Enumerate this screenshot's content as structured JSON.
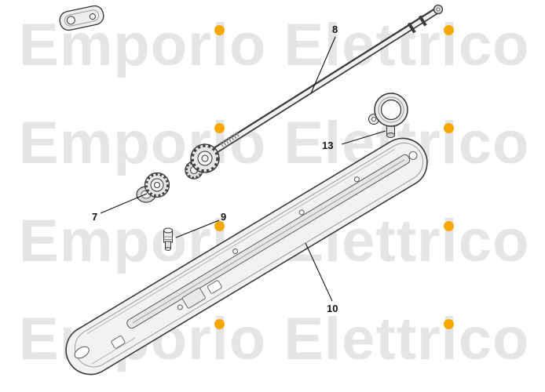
{
  "watermark": {
    "full_text": "Emporio Elettrico",
    "segments": [
      "Empor",
      "i",
      "o Elettr",
      "i",
      "co"
    ],
    "row_count": 4,
    "text_color": "#e5e5e5",
    "dot_color": "#f5a800"
  },
  "part_labels": {
    "gear": "7",
    "rod": "8",
    "pin": "9",
    "rail": "10",
    "bracket": "13"
  },
  "colors": {
    "background": "#ffffff",
    "line_art": "#3a3a3a",
    "fill_light": "#f0f0f0"
  }
}
